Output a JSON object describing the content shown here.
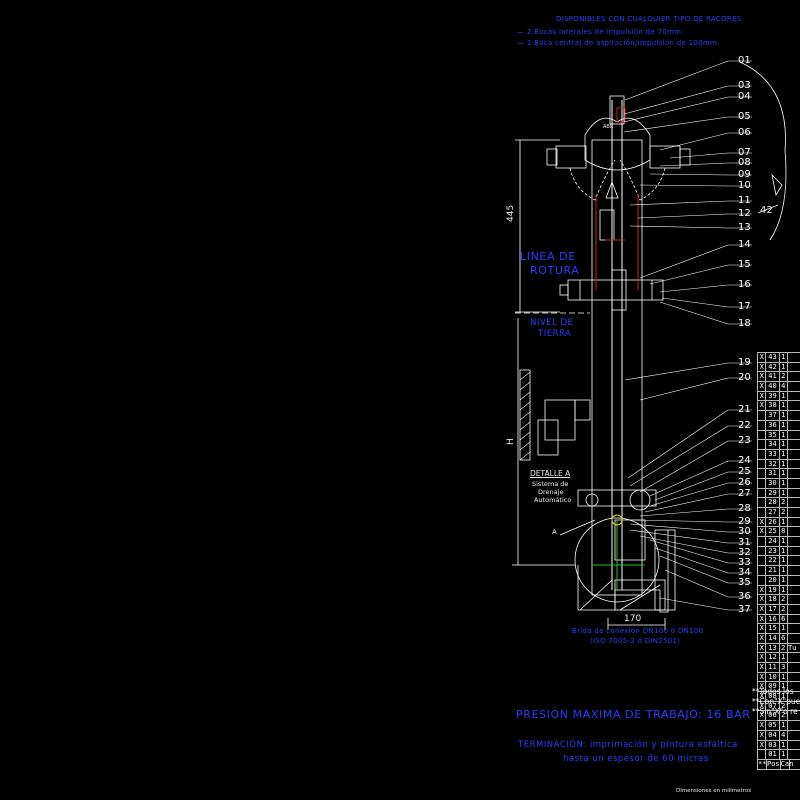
{
  "header": {
    "line1": "DISPONIBLES CON CUALQUIER TIPO DE RACORES",
    "line2": "— 2   Bocas laterales de impulsión de 70mm",
    "line3": "— 1   Boca central de aspiración/impulsión de 100mm"
  },
  "labels": {
    "dimension_445": "445",
    "dimension_h": "H",
    "dimension_170": "170",
    "linea_rotura": [
      "LINEA  DE",
      "ROTURA"
    ],
    "nivel_tierra": [
      "NIVEL  DE",
      "TIERRA"
    ],
    "detalle_title": "DETALLE  A",
    "detalle_desc": [
      "Sistema  de",
      "Drenaje",
      "Automático"
    ],
    "letter_a": "A",
    "abr": "ABR",
    "part_42": "42",
    "bridas": [
      "Brida   de  conexión  DN100  ó  DN100",
      "(ISO  7005-2  ó  DIN2501)"
    ]
  },
  "part_numbers": [
    "01",
    "03",
    "04",
    "05",
    "06",
    "07",
    "08",
    "09",
    "10",
    "11",
    "12",
    "13",
    "14",
    "15",
    "16",
    "17",
    "18",
    "19",
    "20",
    "21",
    "22",
    "23",
    "24",
    "25",
    "26",
    "27",
    "28",
    "29",
    "30",
    "31",
    "32",
    "33",
    "34",
    "35",
    "36",
    "37"
  ],
  "table": {
    "rows": [
      {
        "x": "X",
        "pos": "43",
        "qty": "1",
        "extra": ""
      },
      {
        "x": "X",
        "pos": "42",
        "qty": "1",
        "extra": ""
      },
      {
        "x": "X",
        "pos": "41",
        "qty": "2",
        "extra": ""
      },
      {
        "x": "X",
        "pos": "40",
        "qty": "4",
        "extra": ""
      },
      {
        "x": "X",
        "pos": "39",
        "qty": "1",
        "extra": ""
      },
      {
        "x": "X",
        "pos": "38",
        "qty": "1",
        "extra": ""
      },
      {
        "x": "",
        "pos": "37",
        "qty": "1",
        "extra": ""
      },
      {
        "x": "",
        "pos": "36",
        "qty": "1",
        "extra": ""
      },
      {
        "x": "",
        "pos": "35",
        "qty": "1",
        "extra": ""
      },
      {
        "x": "",
        "pos": "34",
        "qty": "1",
        "extra": ""
      },
      {
        "x": "",
        "pos": "33",
        "qty": "1",
        "extra": ""
      },
      {
        "x": "",
        "pos": "32",
        "qty": "1",
        "extra": ""
      },
      {
        "x": "",
        "pos": "31",
        "qty": "1",
        "extra": ""
      },
      {
        "x": "",
        "pos": "30",
        "qty": "1",
        "extra": ""
      },
      {
        "x": "",
        "pos": "29",
        "qty": "1",
        "extra": ""
      },
      {
        "x": "",
        "pos": "28",
        "qty": "2",
        "extra": ""
      },
      {
        "x": "",
        "pos": "27",
        "qty": "2",
        "extra": ""
      },
      {
        "x": "X",
        "pos": "26",
        "qty": "1",
        "extra": ""
      },
      {
        "x": "X",
        "pos": "25",
        "qty": "8",
        "extra": ""
      },
      {
        "x": "",
        "pos": "24",
        "qty": "1",
        "extra": ""
      },
      {
        "x": "",
        "pos": "23",
        "qty": "1",
        "extra": ""
      },
      {
        "x": "",
        "pos": "22",
        "qty": "1",
        "extra": ""
      },
      {
        "x": "",
        "pos": "21",
        "qty": "1",
        "extra": ""
      },
      {
        "x": "",
        "pos": "20",
        "qty": "1",
        "extra": ""
      },
      {
        "x": "X",
        "pos": "19",
        "qty": "1",
        "extra": ""
      },
      {
        "x": "X",
        "pos": "18",
        "qty": "2",
        "extra": ""
      },
      {
        "x": "X",
        "pos": "17",
        "qty": "2",
        "extra": ""
      },
      {
        "x": "X",
        "pos": "16",
        "qty": "6",
        "extra": ""
      },
      {
        "x": "X",
        "pos": "15",
        "qty": "1",
        "extra": ""
      },
      {
        "x": "X",
        "pos": "14",
        "qty": "6",
        "extra": ""
      },
      {
        "x": "X",
        "pos": "13",
        "qty": "2",
        "extra": "Tu"
      },
      {
        "x": "X",
        "pos": "12",
        "qty": "1",
        "extra": ""
      },
      {
        "x": "X",
        "pos": "11",
        "qty": "3",
        "extra": ""
      },
      {
        "x": "X",
        "pos": "10",
        "qty": "1",
        "extra": ""
      },
      {
        "x": "X",
        "pos": "09",
        "qty": "1",
        "extra": ""
      },
      {
        "x": "X",
        "pos": "08",
        "qty": "1",
        "extra": ""
      },
      {
        "x": "X",
        "pos": "07",
        "qty": "2",
        "extra": ""
      },
      {
        "x": "X",
        "pos": "06",
        "qty": "2",
        "extra": ""
      },
      {
        "x": "X",
        "pos": "05",
        "qty": "1",
        "extra": ""
      },
      {
        "x": "X",
        "pos": "04",
        "qty": "4",
        "extra": ""
      },
      {
        "x": "X",
        "pos": "03",
        "qty": "1",
        "extra": ""
      },
      {
        "x": "",
        "pos": "01",
        "qty": "1",
        "extra": ""
      },
      {
        "x": "**",
        "pos": "Pos",
        "qty": "Can",
        "extra": ""
      }
    ],
    "notes": [
      "**Todos  los",
      "**Con\"X\"pue",
      "**Sin\"X\"o  re"
    ]
  },
  "footer": {
    "presion": "PRESION  MAXIMA  DE  TRABAJO:  16  BAR",
    "terminacion1": "TERMINACIÓN:  imprimación  y  pintura  esfáltica",
    "terminacion2": "hasta  un  espesor  de  60  micras",
    "dimensiones": "Dimensiones  en  milímetros"
  },
  "colors": {
    "background": "#000000",
    "lines": "#ffffff",
    "text_blue": "#2b3cff",
    "accent_red": "#d02020",
    "accent_green": "#20c020",
    "accent_yellow": "#e0d020"
  }
}
